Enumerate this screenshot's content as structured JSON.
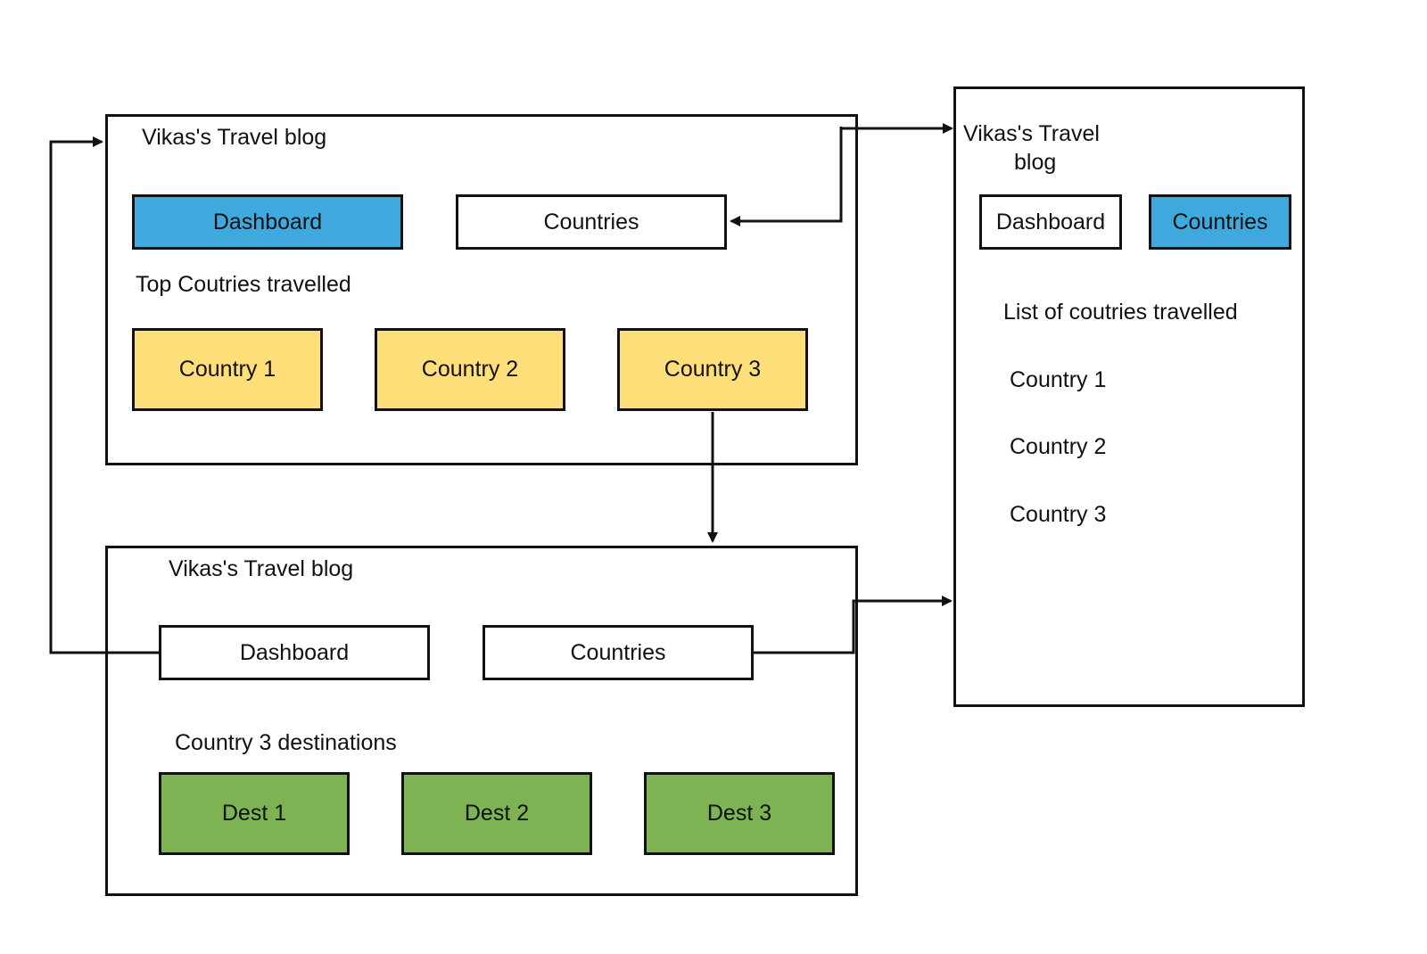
{
  "dashboard_screen": {
    "title": "Vikas's Travel blog",
    "nav": {
      "dashboard_label": "Dashboard",
      "countries_label": "Countries",
      "active": "dashboard"
    },
    "section_heading": "Top Coutries travelled",
    "countries": [
      "Country 1",
      "Country 2",
      "Country 3"
    ]
  },
  "countries_screen": {
    "title_line1": "Vikas's Travel",
    "title_line2": "blog",
    "nav": {
      "dashboard_label": "Dashboard",
      "countries_label": "Countries",
      "active": "countries"
    },
    "section_heading": "List of coutries travelled",
    "countries": [
      "Country 1",
      "Country 2",
      "Country 3"
    ]
  },
  "country_detail_screen": {
    "title": "Vikas's Travel blog",
    "nav": {
      "dashboard_label": "Dashboard",
      "countries_label": "Countries"
    },
    "section_heading": "Country 3 destinations",
    "destinations": [
      "Dest 1",
      "Dest 2",
      "Dest 3"
    ]
  },
  "colors": {
    "active_tab": "#3fa9dd",
    "country_card": "#ffdf7a",
    "destination_card": "#7db352",
    "stroke": "#111111"
  }
}
